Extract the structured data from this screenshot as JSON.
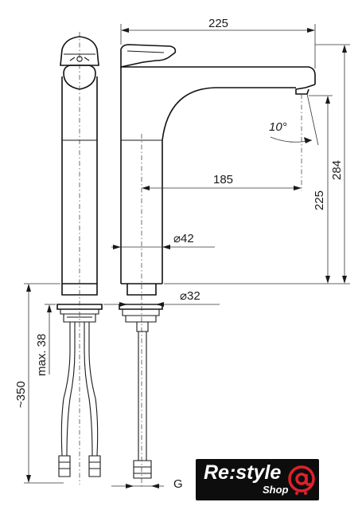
{
  "dimensions": {
    "overall_length": "225",
    "spout_reach": "185",
    "overall_height": "284",
    "spout_height": "225",
    "angle": "10°",
    "body_diameter": "⌀42",
    "mount_diameter": "⌀32",
    "hose_length": "~350",
    "max_thickness": "max. 38",
    "thread": "G"
  },
  "logo": {
    "brand": "Re:style",
    "sub": "Shop",
    "brand_color": "#ffffff",
    "accent_color": "#e0212b",
    "background": "#0d0d0d"
  }
}
